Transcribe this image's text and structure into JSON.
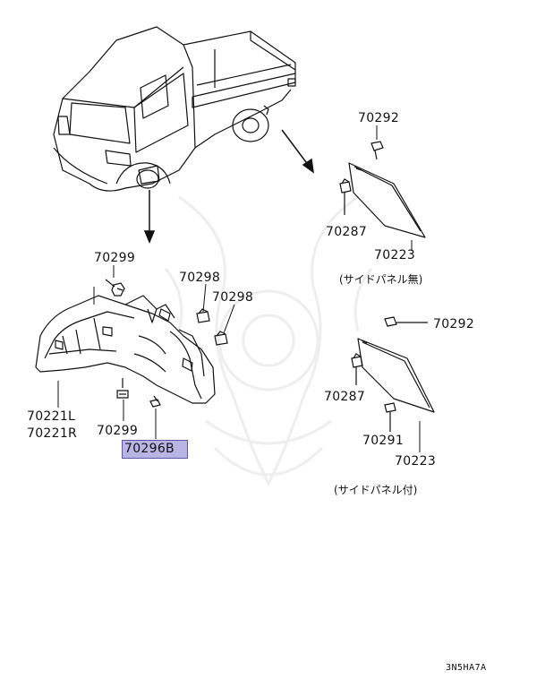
{
  "parts": {
    "p70299_top": "70299",
    "p70298_a": "70298",
    "p70298_b": "70298",
    "p70221L": "70221L",
    "p70221R": "70221R",
    "p70299_bottom": "70299",
    "p70296B": "70296B",
    "p70292_top": "70292",
    "p70287_top": "70287",
    "p70223_top": "70223",
    "p70292_bottom": "70292",
    "p70287_bottom": "70287",
    "p70291": "70291",
    "p70223_bottom": "70223"
  },
  "notes": {
    "without_side_panel": "(サイドパネル無)",
    "with_side_panel": "(サイドパネル付)"
  },
  "diagram_code": "3N5HA7A",
  "highlight_color": "#b8b4e4"
}
